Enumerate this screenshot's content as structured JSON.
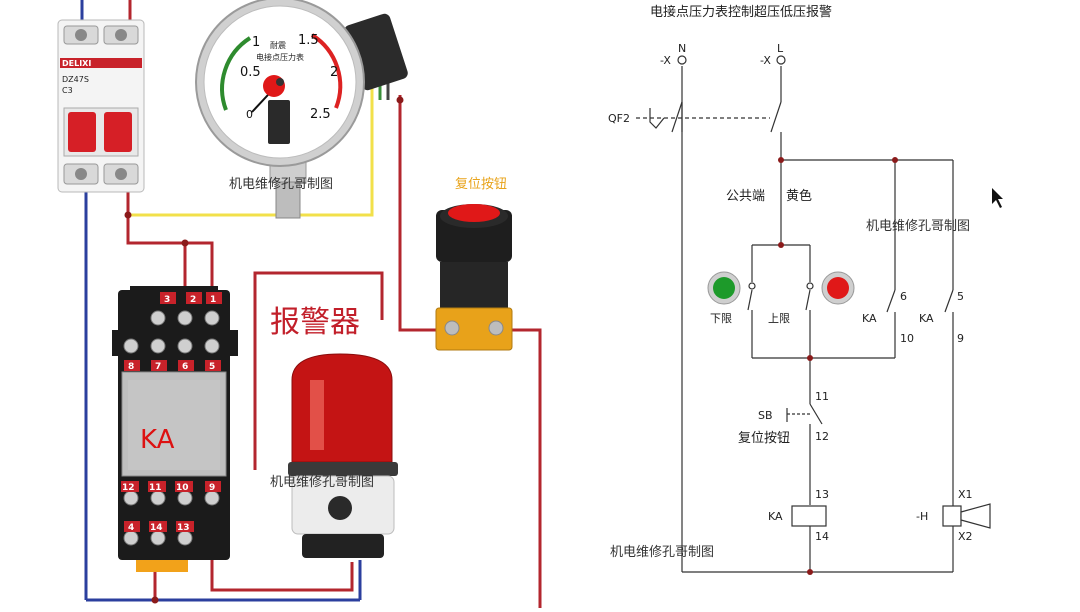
{
  "left": {
    "breaker": {
      "brand": "DELIXI",
      "model": "DZ47S",
      "rating": "C3"
    },
    "gauge": {
      "ticks": [
        "0",
        "0.5",
        "1",
        "1.5",
        "2",
        "2.5"
      ],
      "face_line1": "耐震",
      "face_line2": "电接点压力表"
    },
    "reset_button_label": "复位按钮",
    "alarm_label": "报警器",
    "relay": {
      "tag": "KA",
      "top_terminals": [
        "3",
        "2",
        "1"
      ],
      "mid_terminals": [
        "8",
        "7",
        "6",
        "5"
      ],
      "low_terminals": [
        "12",
        "11",
        "10",
        "9"
      ],
      "bottom_terminals": [
        "4",
        "14",
        "13"
      ]
    },
    "watermark_gauge": "机电维修孔哥制图",
    "watermark_alarm": "机电维修孔哥制图"
  },
  "schematic": {
    "title": "电接点压力表控制超压低压报警",
    "terminal_N": "N",
    "terminal_L": "L",
    "terminal_N_prefix": "-X",
    "terminal_L_prefix": "-X",
    "breaker_tag": "QF2",
    "common_label": "公共端",
    "yellow_label": "黄色",
    "low_limit": "下限",
    "high_limit": "上限",
    "ka_contact1": {
      "tag": "KA",
      "top": "6",
      "bottom": "10"
    },
    "ka_contact2": {
      "tag": "KA",
      "top": "5",
      "bottom": "9"
    },
    "reset": {
      "tag": "SB",
      "label": "复位按钮",
      "top": "11",
      "bottom": "12"
    },
    "coil": {
      "tag": "KA",
      "top": "13",
      "bottom": "14"
    },
    "horn": {
      "tag": "-H",
      "top": "X1",
      "bottom": "X2"
    },
    "watermark_top": "机电维修孔哥制图",
    "watermark_bottom": "机电维修孔哥制图"
  },
  "colors": {
    "wire_red": "#b3262e",
    "wire_blue": "#2b3f9e",
    "wire_yellow": "#f2e04a",
    "wire_green": "#3a8f3a",
    "lamp_green": "#1d9a2a",
    "lamp_red": "#e01818",
    "schematic_line": "#333333",
    "dot": "#8b1a1a"
  }
}
